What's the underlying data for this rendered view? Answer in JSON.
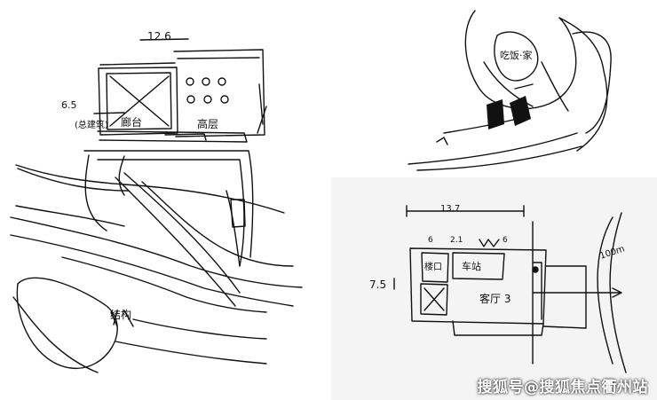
{
  "sketch_left": {
    "dim_top": "12.6",
    "dim_side": "6.5",
    "label_paren": "(总建筑)",
    "label_main": "廊台",
    "label_right": "高层",
    "label_bottom": "结构"
  },
  "sketch_top_right": {
    "label_top": "吃饭·家"
  },
  "sketch_bottom_right": {
    "dim_top": "13.7",
    "dim_a": "6",
    "dim_b": "2.1",
    "dim_c": "6",
    "dim_side": "7.5",
    "room_left": "楼口",
    "room_mid": "车站",
    "room_main": "客厅 3",
    "dim_right": "100m"
  },
  "watermark": "搜狐号@搜狐焦点衢州站"
}
